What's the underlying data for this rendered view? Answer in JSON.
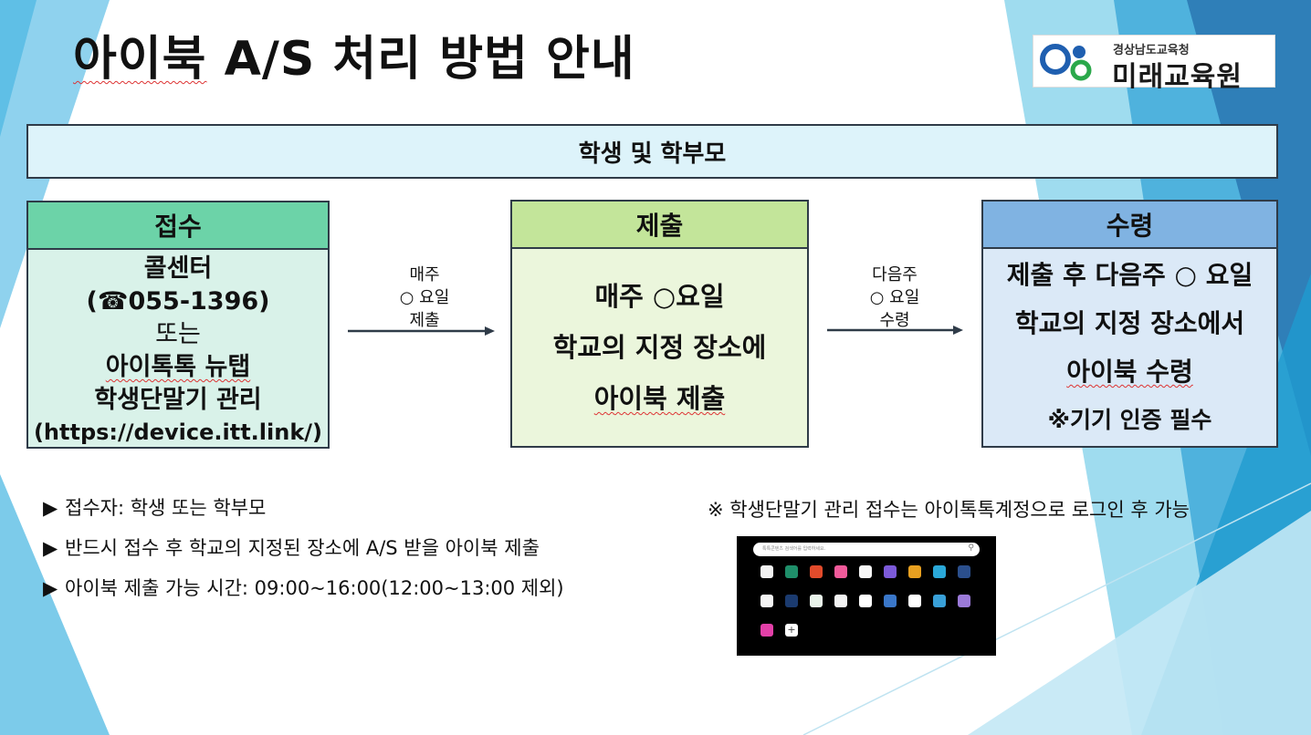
{
  "slide": {
    "title": "아이북  A/S 처리 방법 안내",
    "title_word": "아이북",
    "title_rest": "  A/S 처리 방법 안내"
  },
  "logo": {
    "org": "경상남도교육청",
    "name": "미래교육원"
  },
  "banner": "학생 및 학부모",
  "steps": [
    {
      "header": "접수",
      "lines": [
        "콜센터",
        "(☎055-1396)",
        "또는",
        "아이톡톡 뉴탭",
        "학생단말기 관리",
        "(https://device.itt.link/)"
      ]
    },
    {
      "header": "제출",
      "lines": [
        "매주 ○요일",
        "학교의 지정 장소에",
        "아이북 제출"
      ]
    },
    {
      "header": "수령",
      "lines": [
        "제출 후 다음주 ○ 요일",
        "학교의 지정 장소에서",
        "아이북 수령",
        "※기기 인증 필수"
      ]
    }
  ],
  "arrows": [
    {
      "lines": [
        "매주",
        "○ 요일",
        "제출"
      ]
    },
    {
      "lines": [
        "다음주",
        "○ 요일",
        "수령"
      ]
    }
  ],
  "bullets": [
    "접수자: 학생 또는 학부모",
    "반드시 접수 후 학교의 지정된 장소에 A/S 받을 아이북 제출",
    "아이북 제출 가능 시간:  09:00~16:00(12:00~13:00 제외)"
  ],
  "bullet_marker": "▶",
  "note": "※ 학생단말기 관리 접수는 아이톡톡계정으로  로그인 후 가능",
  "screenshot": {
    "search_placeholder": "톡톡콘텐츠    검색어를 입력하세요.",
    "apps": [
      {
        "icon": "app-icon",
        "color": "#f2f2f2"
      },
      {
        "icon": "app-icon",
        "color": "#1f8f6a"
      },
      {
        "icon": "app-icon",
        "color": "#e24b2b"
      },
      {
        "icon": "app-icon",
        "color": "#f05a9a"
      },
      {
        "icon": "app-icon",
        "color": "#f6f6f6"
      },
      {
        "icon": "app-icon",
        "color": "#7c5ad9"
      },
      {
        "icon": "app-icon",
        "color": "#e8a020"
      },
      {
        "icon": "app-icon",
        "color": "#2aa8d8"
      },
      {
        "icon": "app-icon",
        "color": "#2b4f8c"
      },
      {
        "icon": "app-icon",
        "color": "#f4f4f4"
      },
      {
        "icon": "app-icon",
        "color": "#1b3b6f"
      },
      {
        "icon": "app-icon",
        "color": "#e9f3ea"
      },
      {
        "icon": "app-icon",
        "color": "#f3f3f3"
      },
      {
        "icon": "app-icon",
        "color": "#ffffff"
      },
      {
        "icon": "app-icon",
        "color": "#3a77c9"
      },
      {
        "icon": "app-icon",
        "color": "#ffffff"
      },
      {
        "icon": "app-icon",
        "color": "#39a0d8"
      },
      {
        "icon": "app-icon",
        "color": "#9b7ad9"
      },
      {
        "icon": "app-icon",
        "color": "#e340a8"
      },
      {
        "icon": "add-icon",
        "color": "#ffffff"
      }
    ]
  },
  "colors": {
    "receive_header": "#6cd3a8",
    "submit_header": "#c3e59a",
    "pickup_header": "#80b3e2",
    "banner_bg": "#ddf3fa"
  }
}
